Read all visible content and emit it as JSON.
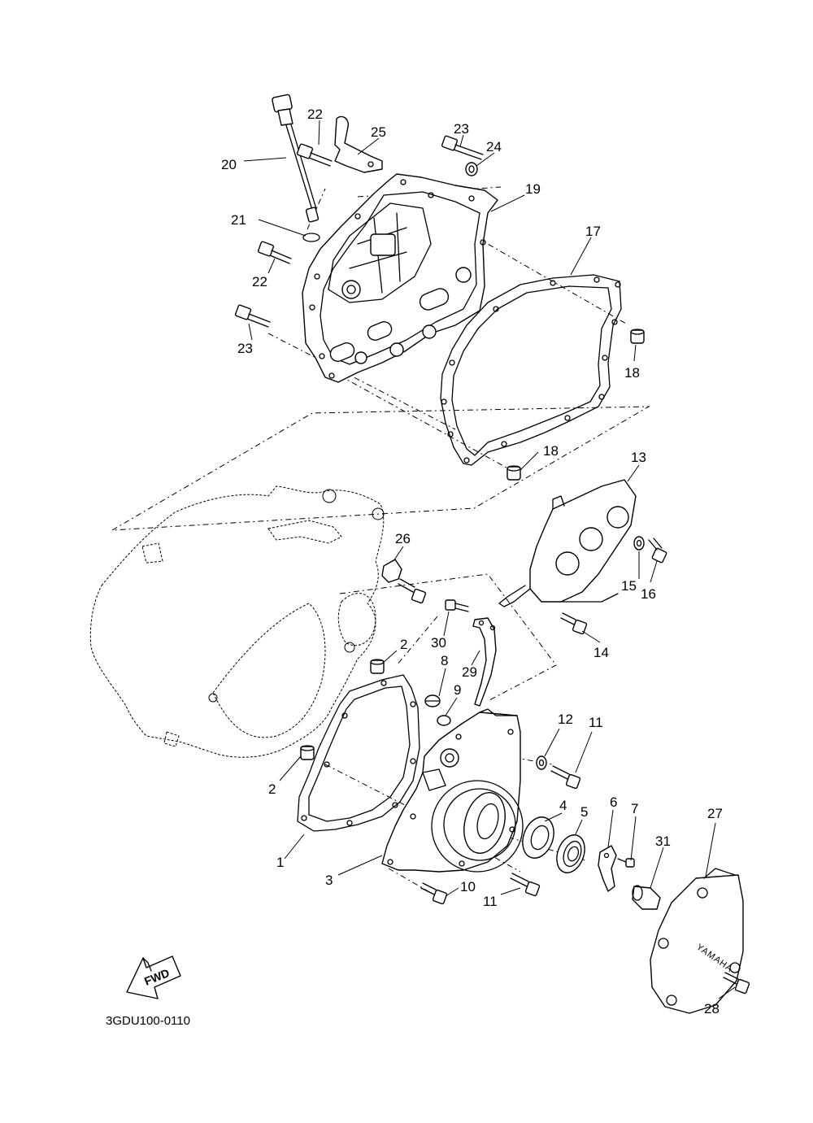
{
  "catalog_code": "3GDU100-0110",
  "fwd_label": "FWD",
  "logo_text": "YAMAHA",
  "callouts": {
    "c1": "1",
    "c2a": "2",
    "c2b": "2",
    "c3": "3",
    "c4": "4",
    "c5": "5",
    "c6": "6",
    "c7": "7",
    "c8": "8",
    "c9": "9",
    "c10": "10",
    "c11a": "11",
    "c11b": "11",
    "c12": "12",
    "c13": "13",
    "c14": "14",
    "c15": "15",
    "c16": "16",
    "c17": "17",
    "c18a": "18",
    "c18b": "18",
    "c19": "19",
    "c20": "20",
    "c21": "21",
    "c22a": "22",
    "c22b": "22",
    "c23a": "23",
    "c23b": "23",
    "c24": "24",
    "c25": "25",
    "c26": "26",
    "c27": "27",
    "c28": "28",
    "c29": "29",
    "c30": "30",
    "c31": "31"
  }
}
